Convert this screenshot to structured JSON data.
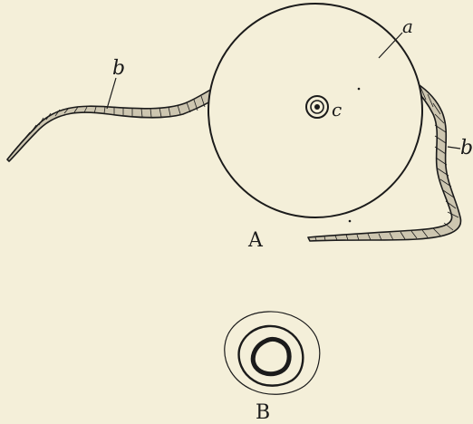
{
  "figure": {
    "panel_a": {
      "label": "A",
      "cell_label": "a",
      "filament_left_label": "b",
      "filament_right_label": "b",
      "nucleus_label": "c"
    },
    "panel_b": {
      "label": "B"
    }
  },
  "colors": {
    "background": "#f4efd9",
    "ink": "#1b1b1b",
    "filament_fill": "#cdc6b0"
  }
}
